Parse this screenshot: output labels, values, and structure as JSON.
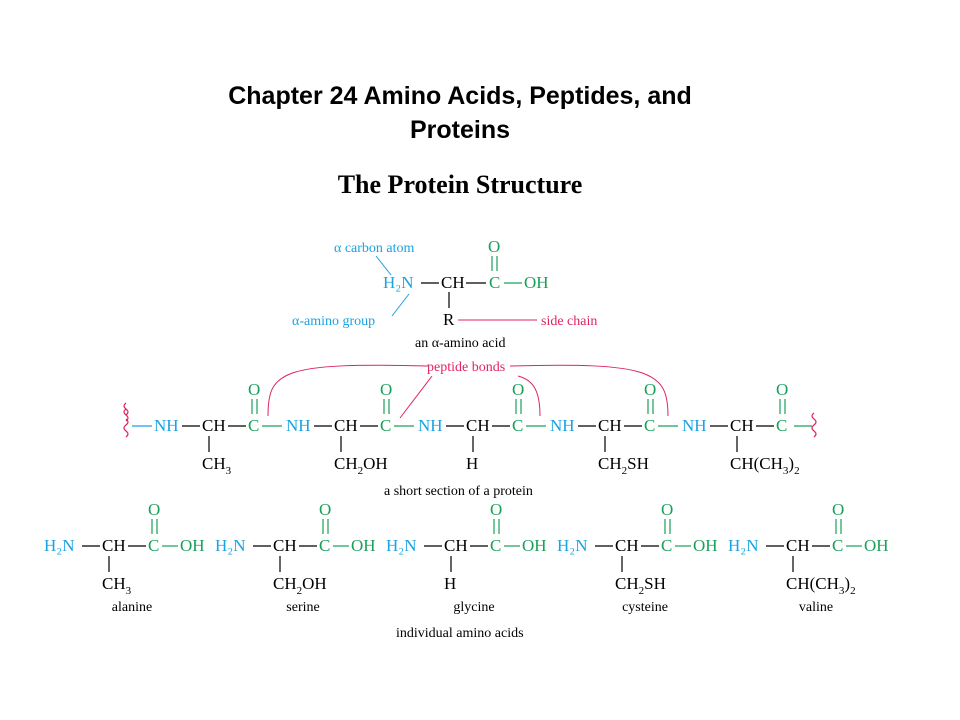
{
  "header": {
    "title_line1": "Chapter 24  Amino Acids, Peptides, and",
    "title_line2": "Proteins",
    "subtitle": "The Protein Structure"
  },
  "colors": {
    "amino": "#1aa3e0",
    "carboxyl": "#1aa05a",
    "peptide": "#e0245e",
    "text": "#000000"
  },
  "generic": {
    "alpha_carbon_label": "α carbon atom",
    "alpha_amino_label": "α-amino group",
    "side_chain_label": "side chain",
    "caption": "an α-amino acid",
    "amine": "H₂N",
    "carbon": "CH",
    "carboxyl_c": "C",
    "hydroxyl": "OH",
    "oxygen": "O",
    "r_group": "R"
  },
  "peptide": {
    "bonds_label": "peptide bonds",
    "nh": "NH",
    "ch": "CH",
    "c": "C",
    "o": "O",
    "side_chains": [
      "CH₃",
      "CH₂OH",
      "H",
      "CH₂SH",
      "CH(CH₃)₂"
    ],
    "caption": "a short section of a protein"
  },
  "amino_acids": [
    {
      "name": "alanine",
      "side_chain": "CH₃"
    },
    {
      "name": "serine",
      "side_chain": "CH₂OH"
    },
    {
      "name": "glycine",
      "side_chain": "H"
    },
    {
      "name": "cysteine",
      "side_chain": "CH₂SH"
    },
    {
      "name": "valine",
      "side_chain": "CH(CH₃)₂"
    }
  ],
  "individual_caption": "individual amino acids",
  "individual_amine": "H₂N",
  "individual_ch": "CH",
  "individual_c": "C",
  "individual_oh": "OH",
  "individual_o": "O"
}
